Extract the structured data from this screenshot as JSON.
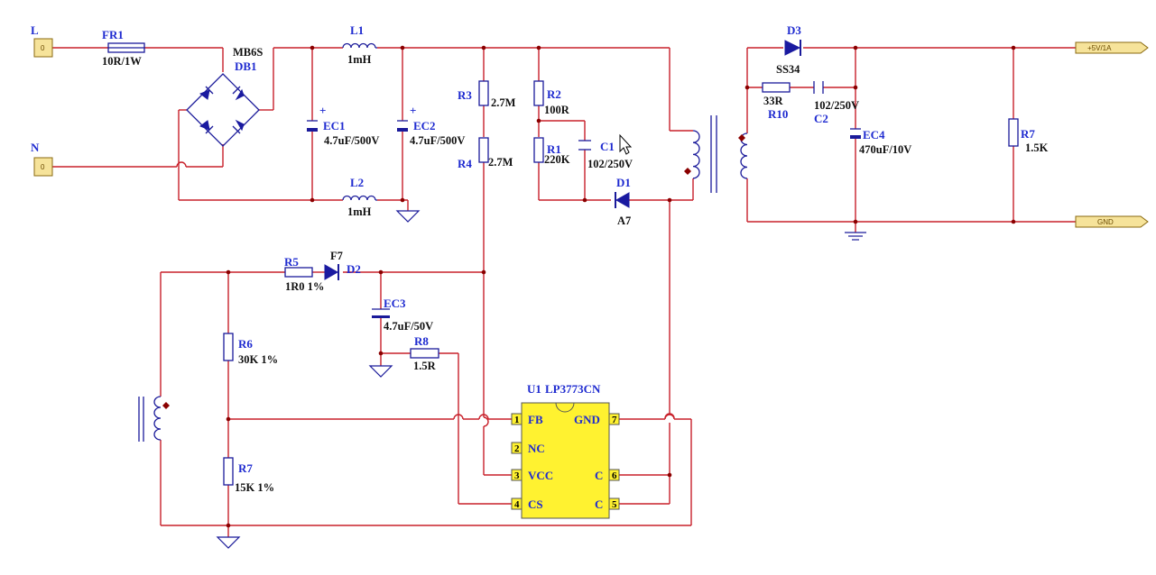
{
  "ports": {
    "L": "L",
    "N": "N",
    "L_pin": "0",
    "N_pin": "0",
    "out_pos": "+5V/1A",
    "out_gnd": "GND"
  },
  "components": {
    "FR1": {
      "ref": "FR1",
      "value": "10R/1W"
    },
    "DB1": {
      "ref": "DB1",
      "value": "MB6S"
    },
    "L1": {
      "ref": "L1",
      "value": "1mH"
    },
    "L2": {
      "ref": "L2",
      "value": "1mH"
    },
    "EC1": {
      "ref": "EC1",
      "value": "4.7uF/500V"
    },
    "EC2": {
      "ref": "EC2",
      "value": "4.7uF/500V"
    },
    "R3": {
      "ref": "R3",
      "value": "2.7M"
    },
    "R4": {
      "ref": "R4",
      "value": "2.7M"
    },
    "R2": {
      "ref": "R2",
      "value": "100R"
    },
    "R1": {
      "ref": "R1",
      "value": "220K"
    },
    "C1": {
      "ref": "C1",
      "value": "102/250V"
    },
    "D1": {
      "ref": "D1",
      "value": "A7"
    },
    "D3": {
      "ref": "D3",
      "value": "SS34"
    },
    "R10": {
      "ref": "R10",
      "value": "33R"
    },
    "C2": {
      "ref": "C2",
      "value": "102/250V"
    },
    "EC4": {
      "ref": "EC4",
      "value": "470uF/10V"
    },
    "R7_out": {
      "ref": "R7",
      "value": "1.5K"
    },
    "R5": {
      "ref": "R5",
      "value": "1R0 1%"
    },
    "D2": {
      "ref": "D2",
      "value": "F7"
    },
    "EC3": {
      "ref": "EC3",
      "value": "4.7uF/50V"
    },
    "R8": {
      "ref": "R8",
      "value": "1.5R"
    },
    "R6": {
      "ref": "R6",
      "value": "30K 1%"
    },
    "R7_fb": {
      "ref": "R7",
      "value": "15K 1%"
    }
  },
  "ic": {
    "ref": "U1",
    "part": "LP3773CN",
    "pins": [
      {
        "num": "1",
        "name": "FB"
      },
      {
        "num": "2",
        "name": "NC"
      },
      {
        "num": "3",
        "name": "VCC"
      },
      {
        "num": "4",
        "name": "CS"
      },
      {
        "num": "7",
        "name": "GND"
      },
      {
        "num": "6",
        "name": "C"
      },
      {
        "num": "5",
        "name": "C"
      }
    ]
  }
}
